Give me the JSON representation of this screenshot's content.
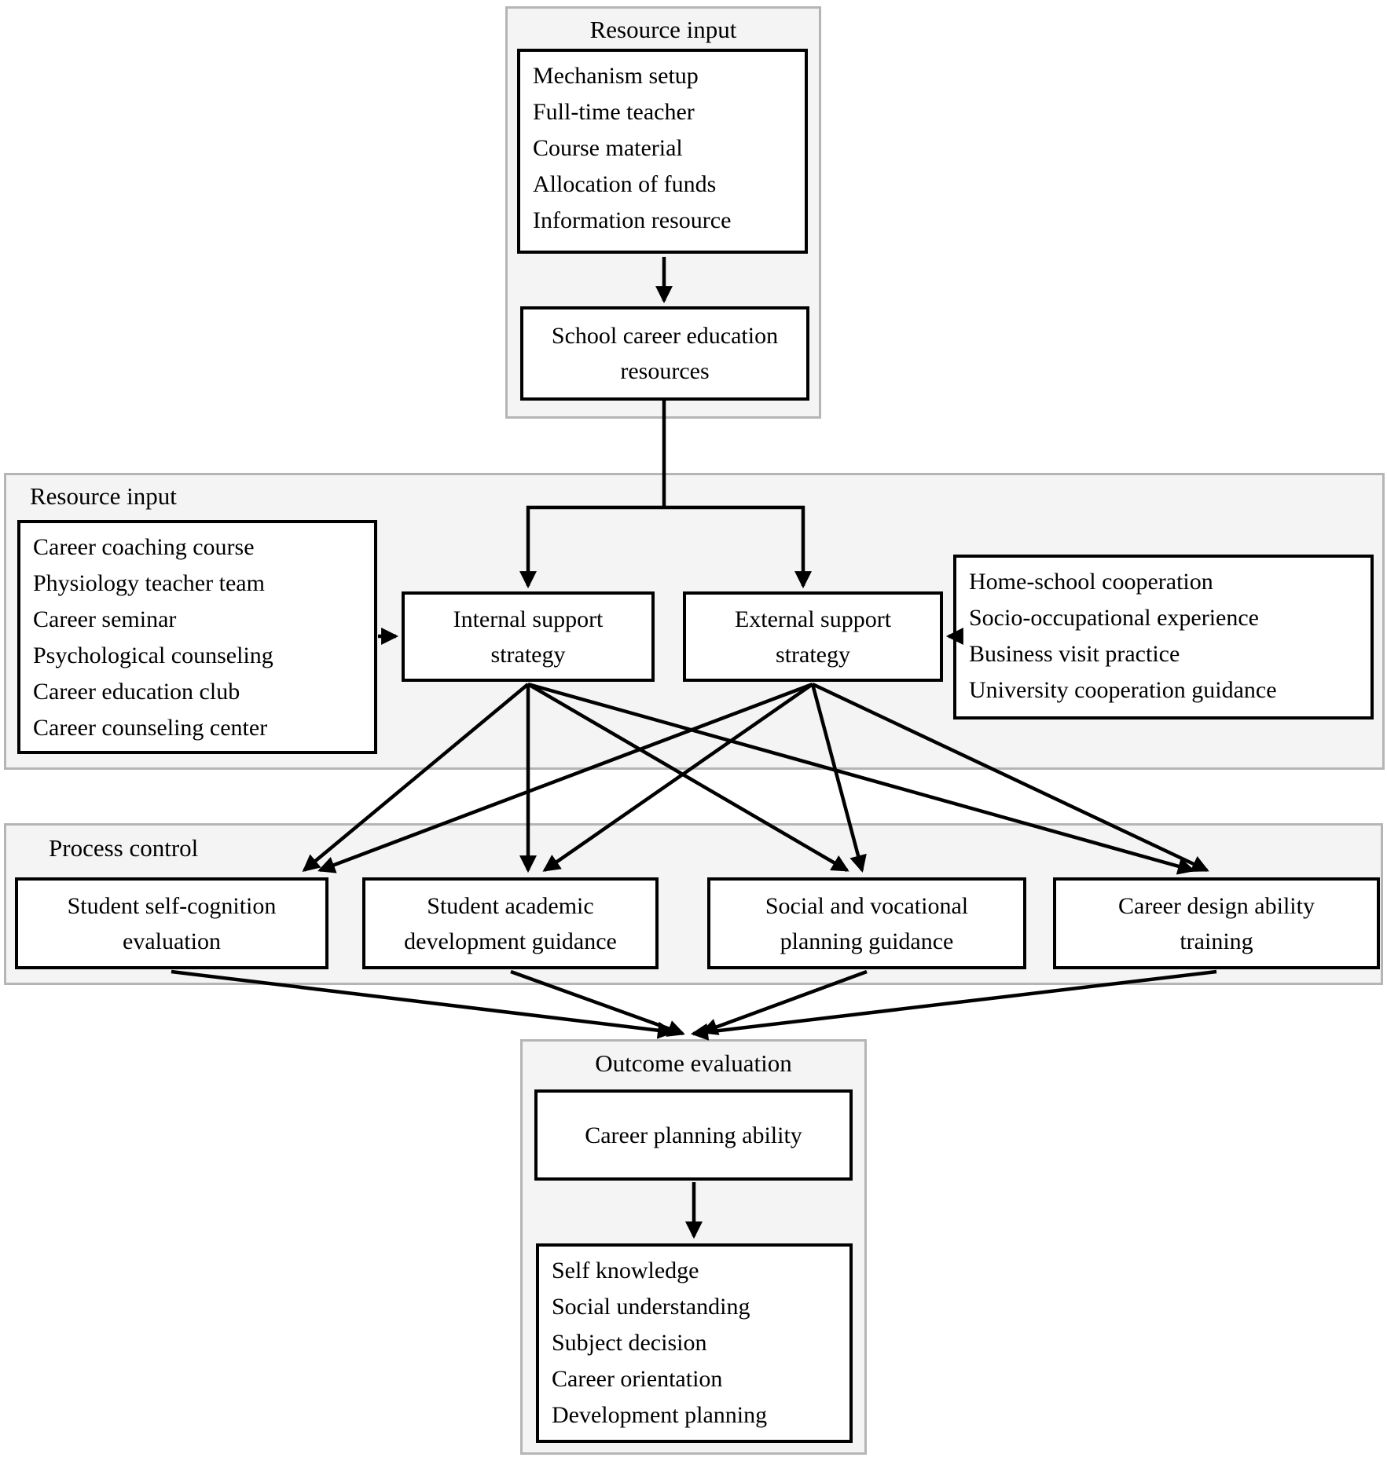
{
  "colors": {
    "canvas_bg": "#ffffff",
    "container_fill": "#f4f4f4",
    "container_border": "#b5b5b5",
    "box_fill": "#ffffff",
    "box_border": "#000000",
    "line_color": "#000000",
    "text_color": "#000000"
  },
  "sections": {
    "top": {
      "title": "Resource input",
      "input_items": [
        "Mechanism setup",
        "Full-time teacher",
        "Course material",
        "Allocation of funds",
        "Information resource"
      ],
      "result_label": "School career education resources"
    },
    "middle": {
      "title": "Resource input",
      "internal_items": [
        "Career coaching course",
        "Physiology teacher team",
        "Career seminar",
        "Psychological counseling",
        "Career education club",
        "Career counseling center"
      ],
      "internal_strategy_label": "Internal support strategy",
      "external_strategy_label": "External support strategy",
      "external_items": [
        "Home-school cooperation",
        "Socio-occupational experience",
        "Business visit practice",
        "University cooperation guidance"
      ]
    },
    "process": {
      "title": "Process control",
      "box_labels": [
        "Student self-cognition evaluation",
        "Student academic development guidance",
        "Social and vocational planning guidance",
        "Career design ability training"
      ]
    },
    "outcome": {
      "title": "Outcome evaluation",
      "ability_label": "Career planning ability",
      "result_items": [
        "Self knowledge",
        "Social understanding",
        "Subject decision",
        "Career orientation",
        "Development planning"
      ]
    }
  }
}
